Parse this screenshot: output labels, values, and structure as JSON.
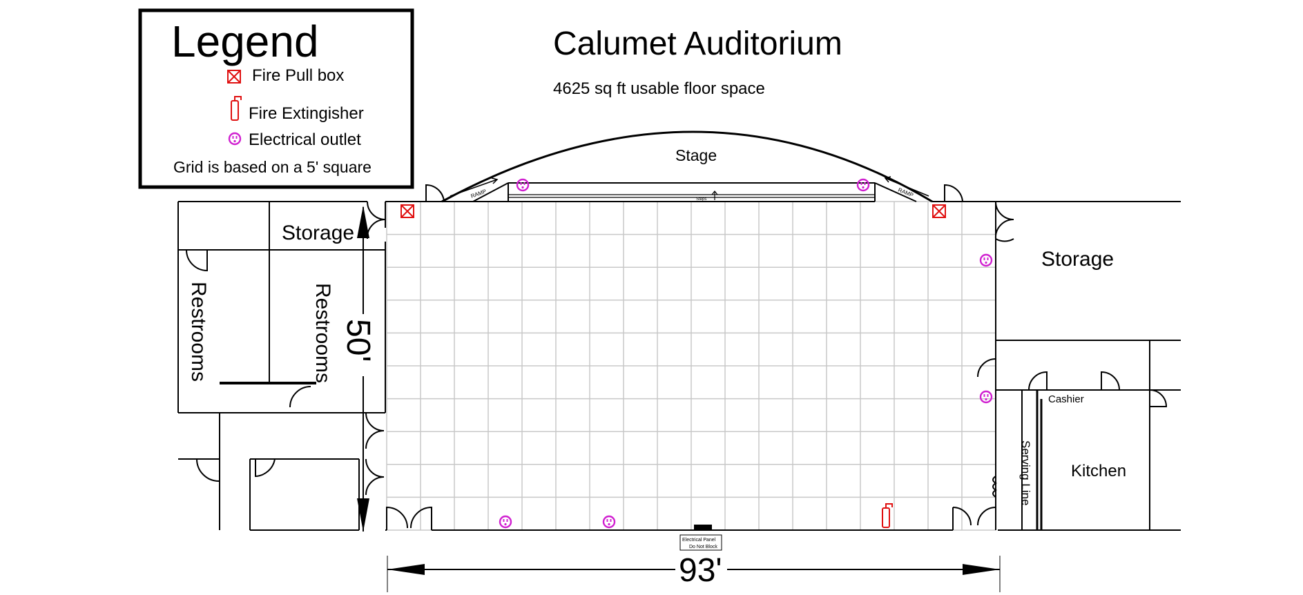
{
  "title": "Calumet Auditorium",
  "subtitle": "4625 sq ft usable floor space",
  "legend": {
    "heading": "Legend",
    "items": [
      {
        "icon": "fire-pull-box-icon",
        "label": "Fire Pull box"
      },
      {
        "icon": "fire-extinguisher-icon",
        "label": "Fire Extingisher"
      },
      {
        "icon": "electrical-outlet-icon",
        "label": "Electrical outlet"
      }
    ],
    "grid_note": "Grid is based on a 5' square"
  },
  "rooms": {
    "stage": "Stage",
    "storage_left": "Storage",
    "storage_right": "Storage",
    "restrooms_a": "Restrooms",
    "restrooms_b": "Restrooms",
    "cashier": "Cashier",
    "serving_line": "Serving Line",
    "kitchen": "Kitchen"
  },
  "stage_details": {
    "ramp_left": "RAMP",
    "ramp_right": "RAMP",
    "steps": "Steps"
  },
  "electrical_panel": {
    "line1": "Electrical Panel",
    "line2": "Do Not Block"
  },
  "dimensions": {
    "height": "50'",
    "width": "93'"
  },
  "grid": {
    "columns": 18,
    "rows": 10,
    "cell_feet": 5
  },
  "colors": {
    "line": "#000000",
    "grid": "#c8c8c8",
    "fire": "#e01010",
    "outlet": "#d020d0"
  }
}
